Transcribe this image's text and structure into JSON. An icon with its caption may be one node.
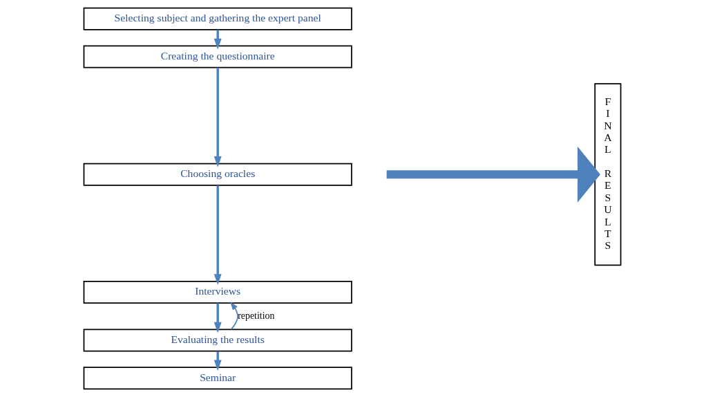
{
  "diagram": {
    "nodes": [
      {
        "text": [
          "Selecting subject and gathering the expert panel"
        ]
      },
      {
        "text": [
          "Creating the questionnaire"
        ]
      },
      {
        "text": [
          "Choosing oracles"
        ]
      },
      {
        "text": [
          "Interviews"
        ]
      },
      {
        "text": [
          "Evaluating the results"
        ]
      },
      {
        "text": [
          "Seminar"
        ]
      },
      {
        "text": [
          "FINAL RESULTS"
        ]
      }
    ],
    "edges": [
      {
        "from": 0,
        "to": 1,
        "arrow": "to"
      },
      {
        "from": 1,
        "to": 2,
        "arrow": "to"
      },
      {
        "from": 2,
        "to": 3,
        "arrow": "to"
      },
      {
        "from": 3,
        "to": 4,
        "arrow": "to"
      },
      {
        "from": 4,
        "to": 5,
        "arrow": "to"
      },
      {
        "from": 4,
        "to": 3,
        "arrow": "to",
        "label": "repetition"
      },
      {
        "from": null,
        "to": 6,
        "arrow": "to",
        "style": "thick"
      }
    ]
  }
}
